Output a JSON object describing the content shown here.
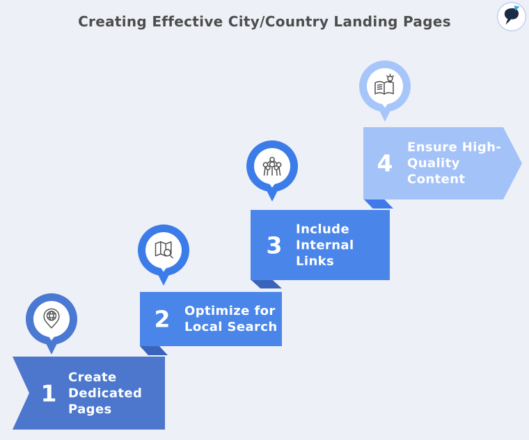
{
  "title": "Creating Effective City/Country Landing Pages",
  "brand": {
    "logo": "bird-quill-logo"
  },
  "colors": {
    "background": "#eef0f7",
    "title_text": "#4d4d4d",
    "step_text": "#ffffff",
    "step1_blue": "#4c77cd",
    "step2_blue": "#4a86ea",
    "step3_blue": "#4a86ea",
    "step4_blue": "#a3c2f8",
    "pin1_blue": "#4a78d2",
    "pin23_blue": "#3b7ce9",
    "pin4_blue": "#a6c6fa",
    "fold_dark": "#3a63bb",
    "fold_light": "#3f7ae8",
    "icon_stroke": "#4f4f4f"
  },
  "steps": [
    {
      "number": "1",
      "lines": [
        "Create",
        "Dedicated",
        "Pages"
      ],
      "icon": "globe-location-pin-icon"
    },
    {
      "number": "2",
      "lines": [
        "Optimize for",
        "Local Search"
      ],
      "icon": "map-magnifier-icon"
    },
    {
      "number": "3",
      "lines": [
        "Include",
        "Internal",
        "Links"
      ],
      "icon": "linked-figures-network-icon"
    },
    {
      "number": "4",
      "lines": [
        "Ensure High-",
        "Quality",
        "Content"
      ],
      "icon": "open-book-lightbulb-icon"
    }
  ]
}
